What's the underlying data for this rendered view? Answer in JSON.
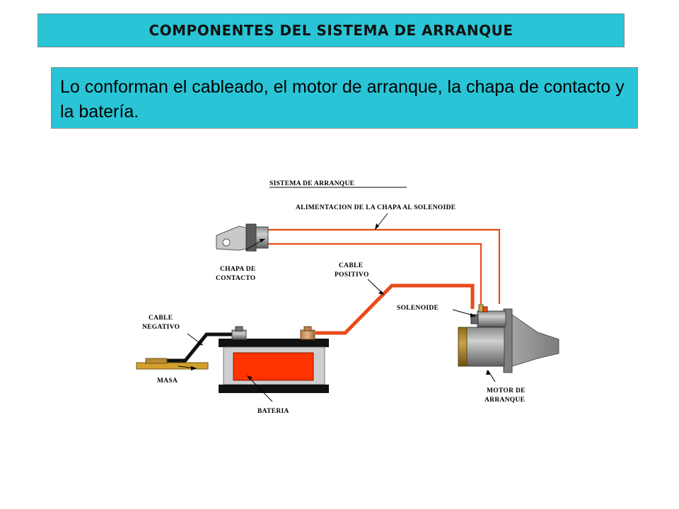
{
  "header": {
    "title": "COMPONENTES DEL SISTEMA DE ARRANQUE",
    "description": "Lo conforman el cableado, el motor de arranque, la chapa de contacto y la batería."
  },
  "diagram": {
    "title": "SISTEMA DE ARRANQUE",
    "labels": {
      "feed": "ALIMENTACION DE LA CHAPA AL SOLENOIDE",
      "ignition_1": "CHAPA DE",
      "ignition_2": "CONTACTO",
      "pos_cable_1": "CABLE",
      "pos_cable_2": "POSITIVO",
      "solenoid": "SOLENOIDE",
      "neg_cable_1": "CABLE",
      "neg_cable_2": "NEGATIVO",
      "ground": "MASA",
      "battery": "BATERIA",
      "motor_1": "MOTOR DE",
      "motor_2": "ARRANQUE"
    },
    "colors": {
      "positive_cable": "#e84a1a",
      "negative_cable": "#111111",
      "battery_cell": "#ff3300",
      "ground_plate": "#d4a02c",
      "accent_box": "#29c5d6"
    }
  }
}
